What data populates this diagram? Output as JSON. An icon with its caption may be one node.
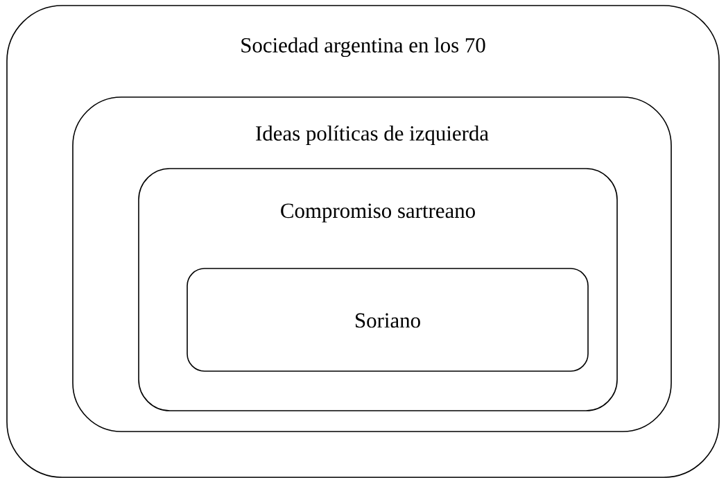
{
  "diagram": {
    "nodes": [
      {
        "text": [
          "Sociedad argentina en los 70"
        ]
      },
      {
        "text": [
          "Ideas políticas de izquierda"
        ],
        "in": 0
      },
      {
        "text": [
          "Compromiso sartreano"
        ],
        "in": 1
      },
      {
        "text": [
          "Soriano"
        ],
        "in": 2
      }
    ]
  }
}
